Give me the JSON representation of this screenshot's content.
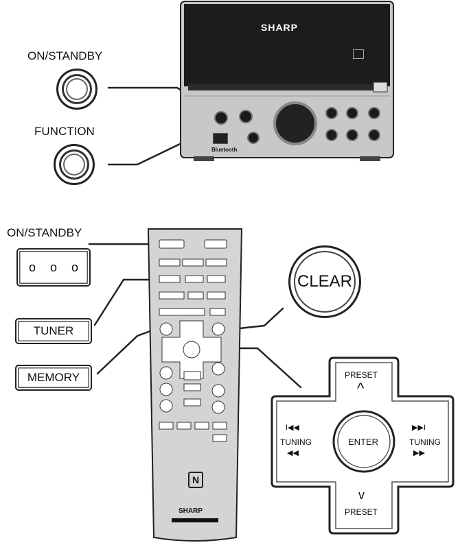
{
  "unit": {
    "brand": "SHARP",
    "bluetooth": "Bluetooth"
  },
  "callouts": {
    "on_standby_unit": "ON/STANDBY",
    "function_unit": "FUNCTION",
    "on_standby_remote": "ON/STANDBY",
    "on_standby_key": "o o o",
    "tuner_key": "TUNER",
    "memory_key": "MEMORY",
    "clear_key": "CLEAR"
  },
  "remote": {
    "brand": "SHARP",
    "nfc": "N"
  },
  "dpad": {
    "preset_up": "PRESET",
    "preset_down": "PRESET",
    "tuning_left": "TUNING",
    "tuning_right": "TUNING",
    "enter": "ENTER",
    "arrow_up": "^",
    "arrow_down": "v",
    "skip_back": "I◀◀",
    "rewind": "◀◀",
    "skip_fwd": "▶▶I",
    "ffwd": "▶▶"
  }
}
